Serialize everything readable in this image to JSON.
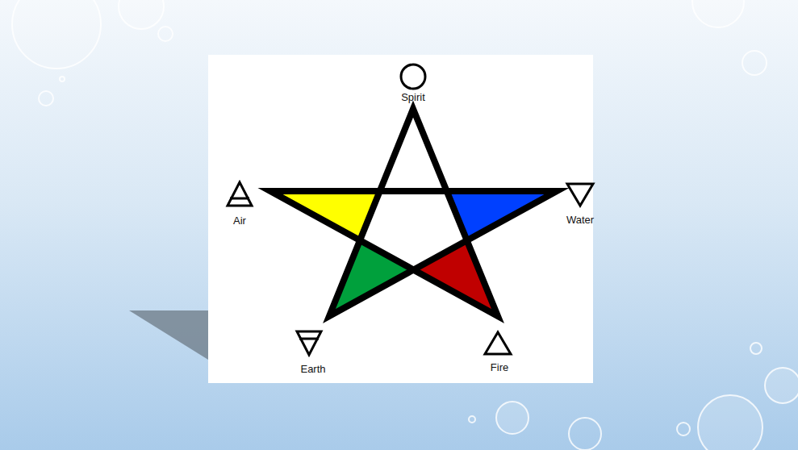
{
  "diagram": {
    "labels": [
      "Spirit",
      "Air",
      "Water",
      "Earth",
      "Fire"
    ]
  }
}
